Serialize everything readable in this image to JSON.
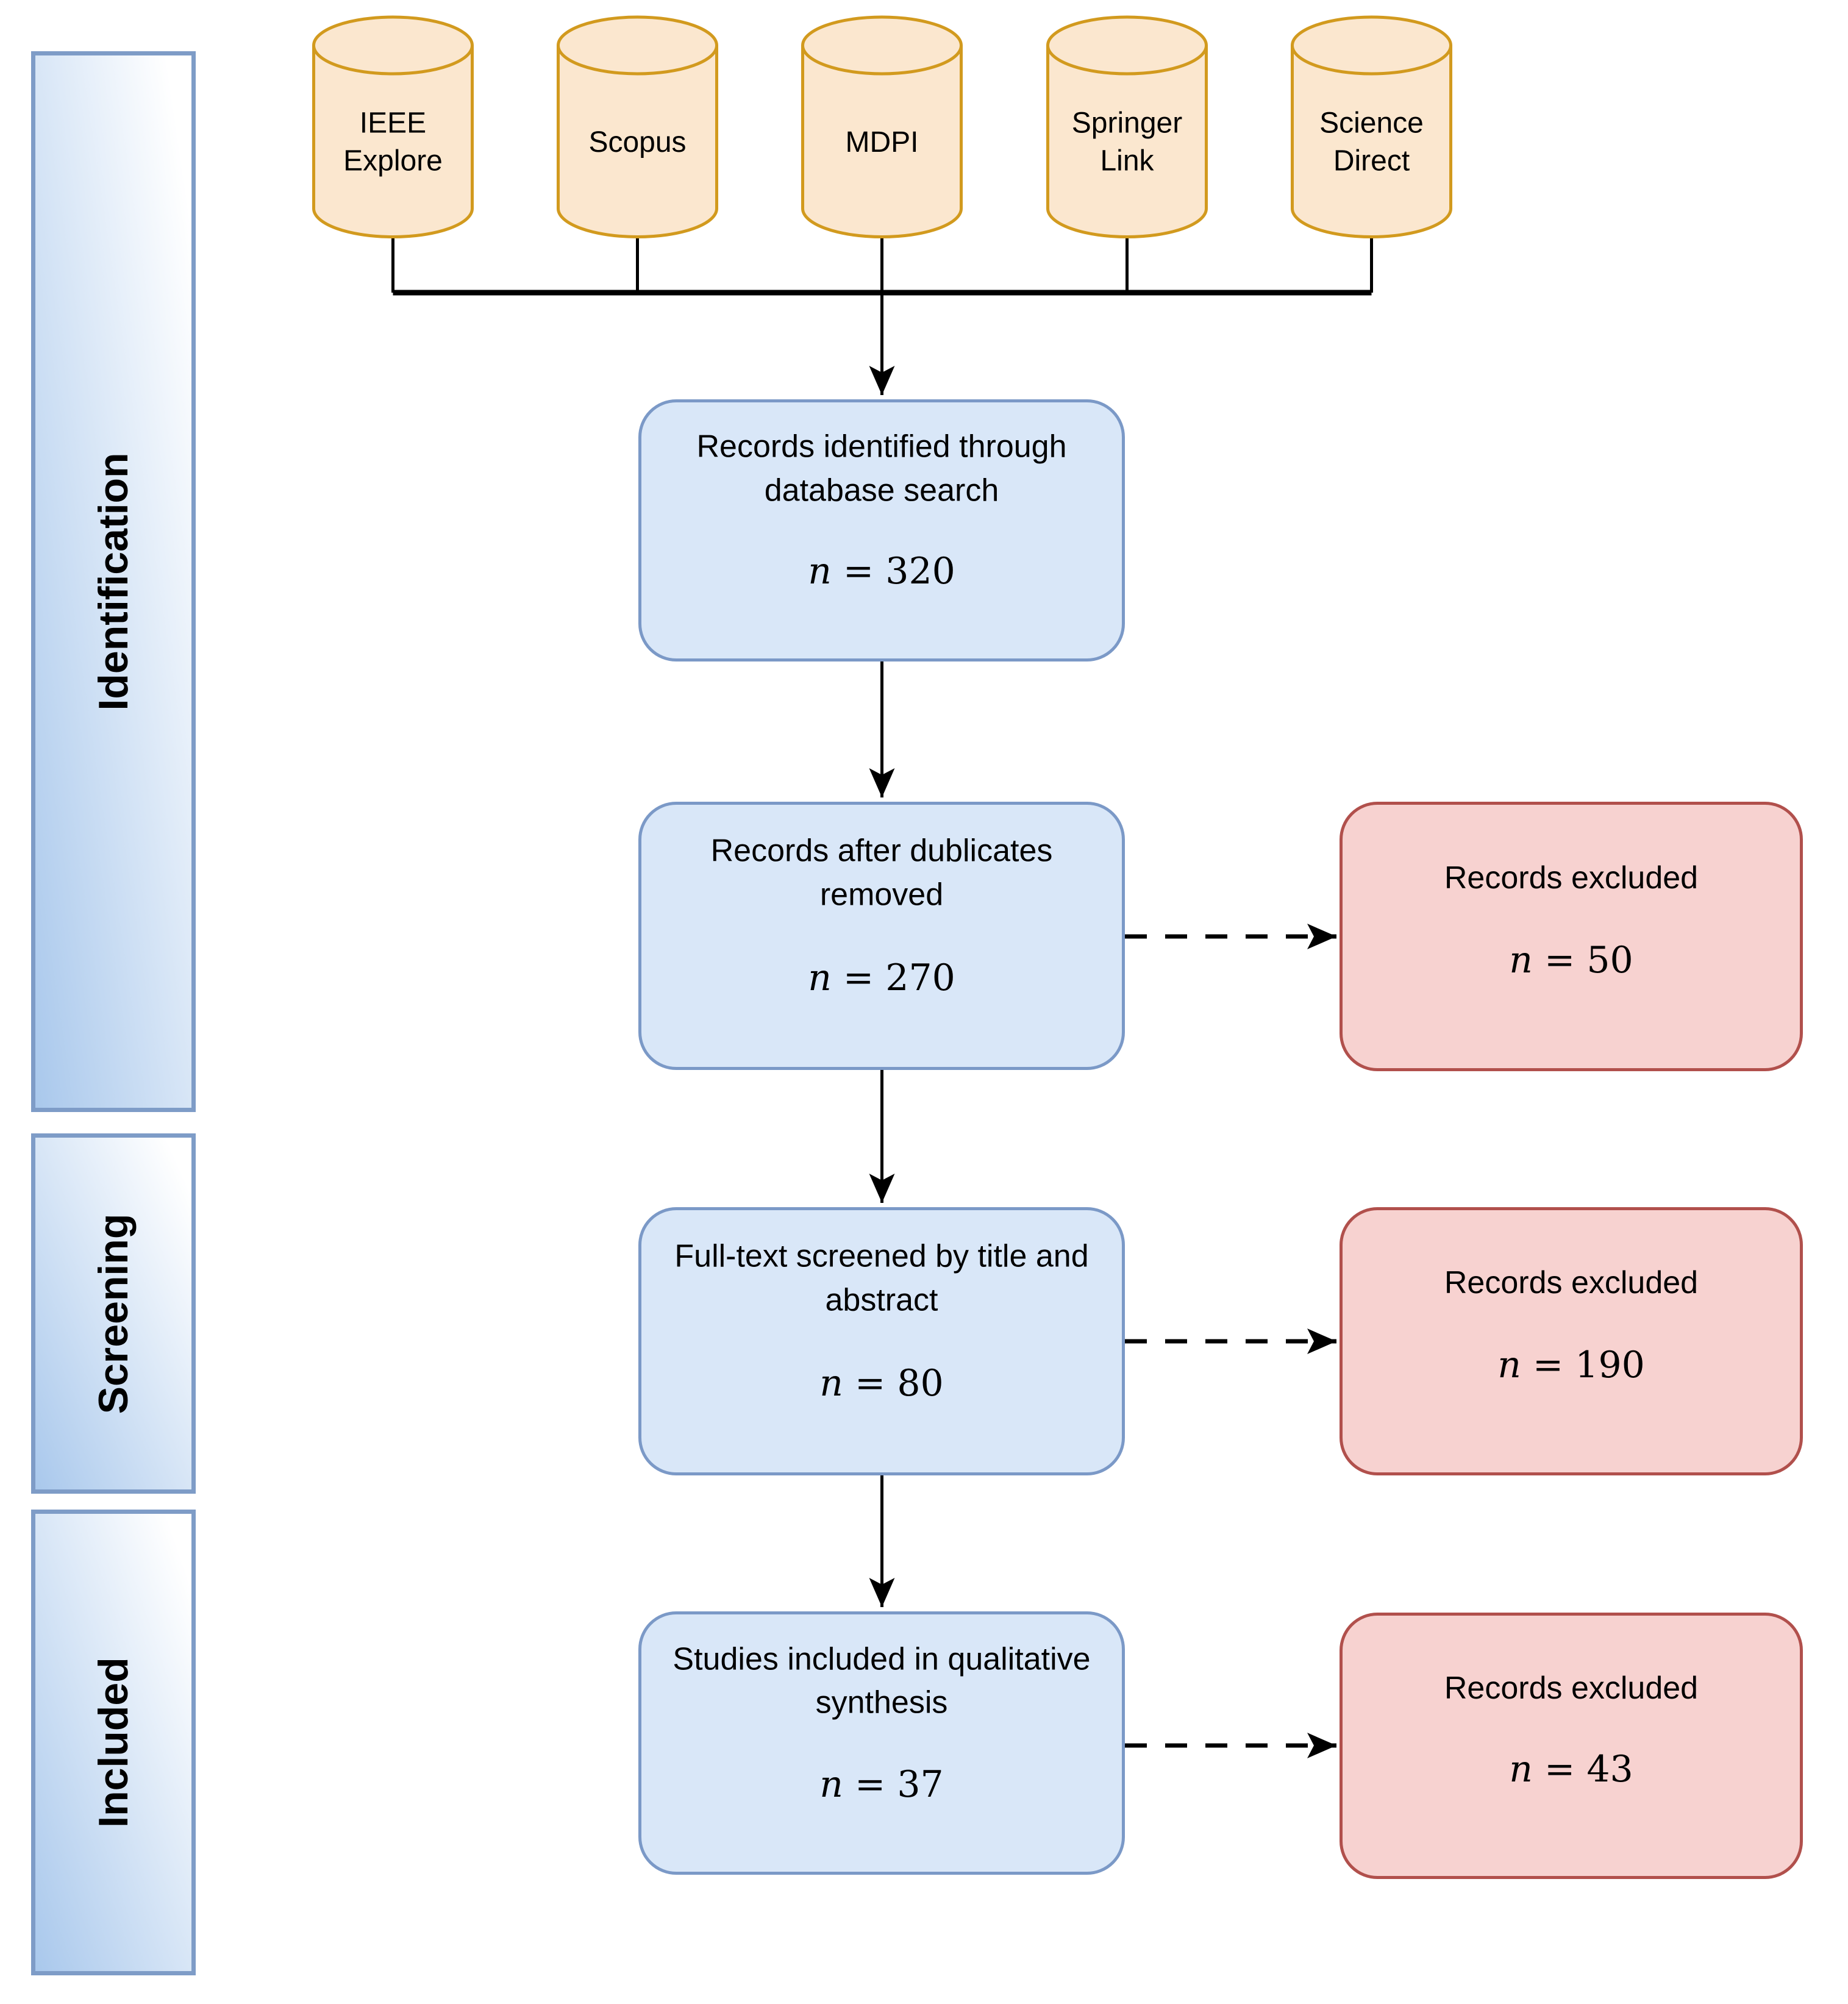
{
  "sidebar": {
    "phases": [
      {
        "label": "Identification"
      },
      {
        "label": "Screening"
      },
      {
        "label": "Included"
      }
    ]
  },
  "databases": [
    {
      "label": "IEEE Explore"
    },
    {
      "label": "Scopus"
    },
    {
      "label": "MDPI"
    },
    {
      "label": "Springer Link"
    },
    {
      "label": "Science Direct"
    }
  ],
  "process_boxes": [
    {
      "title": "Records identified through database search",
      "var": "n",
      "count": "320"
    },
    {
      "title": "Records after dublicates removed",
      "var": "n",
      "count": "270"
    },
    {
      "title": "Full-text screened by title and abstract",
      "var": "n",
      "count": "80"
    },
    {
      "title": "Studies included in qualitative synthesis",
      "var": "n",
      "count": "37"
    }
  ],
  "excluded_boxes": [
    {
      "title": "Records excluded",
      "var": "n",
      "count": "50"
    },
    {
      "title": "Records excluded",
      "var": "n",
      "count": "190"
    },
    {
      "title": "Records excluded",
      "var": "n",
      "count": "43"
    }
  ],
  "labels": {
    "eq": " = "
  },
  "colors": {
    "database_fill": "#fbe7cf",
    "database_stroke": "#d29a1e",
    "process_fill": "#d9e7f8",
    "process_stroke": "#7b99c7",
    "excluded_fill": "#f7d2d0",
    "excluded_stroke": "#b1504c",
    "phase_fill_start": "#a9c8ec",
    "phase_fill_end": "#ffffff",
    "phase_stroke": "#7e9cc7",
    "connector": "#000000"
  }
}
